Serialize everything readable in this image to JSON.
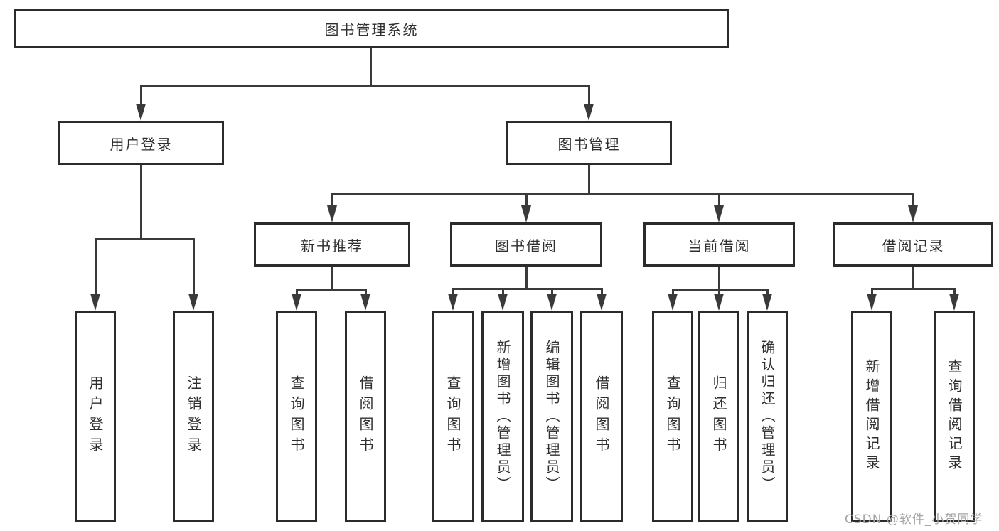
{
  "diagram": {
    "root": {
      "label": "图书管理系统"
    },
    "branches": [
      {
        "label": "用户登录",
        "children": [
          {
            "label": "用户登录"
          },
          {
            "label": "注销登录"
          }
        ]
      },
      {
        "label": "图书管理",
        "children": [
          {
            "label": "新书推荐",
            "children": [
              {
                "label": "查询图书"
              },
              {
                "label": "借阅图书"
              }
            ]
          },
          {
            "label": "图书借阅",
            "children": [
              {
                "label": "查询图书"
              },
              {
                "label": "新增图书（管理员）"
              },
              {
                "label": "编辑图书（管理员）"
              },
              {
                "label": "借阅图书"
              }
            ]
          },
          {
            "label": "当前借阅",
            "children": [
              {
                "label": "查询图书"
              },
              {
                "label": "归还图书"
              },
              {
                "label": "确认归还（管理员）"
              }
            ]
          },
          {
            "label": "借阅记录",
            "children": [
              {
                "label": "新增借阅记录"
              },
              {
                "label": "查询借阅记录"
              }
            ]
          }
        ]
      }
    ]
  },
  "style": {
    "border_color": "#2b2b2b",
    "line_color": "#3a3a3a",
    "watermark_color": "#a6a6a6"
  },
  "watermark": {
    "text": "CSDN @软件_小贺同学"
  }
}
